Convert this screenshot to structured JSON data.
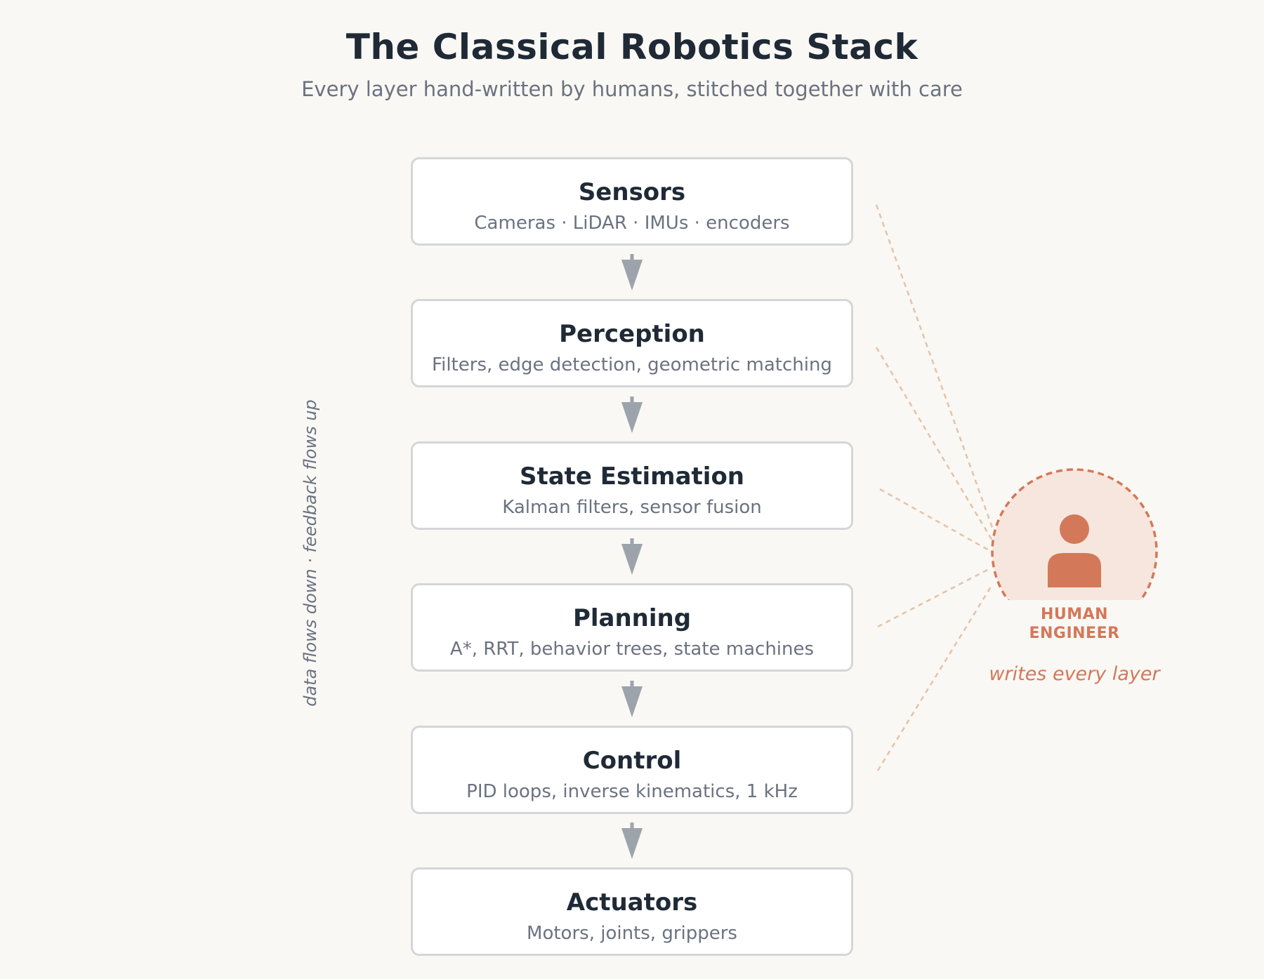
{
  "title": "The Classical Robotics Stack",
  "subtitle": "Every layer hand-written by humans, stitched together with care",
  "layers": [
    {
      "name": "Sensors",
      "desc": "Cameras · LiDAR · IMUs · encoders"
    },
    {
      "name": "Perception",
      "desc": "Filters, edge detection, geometric matching"
    },
    {
      "name": "State Estimation",
      "desc": "Kalman filters, sensor fusion"
    },
    {
      "name": "Planning",
      "desc": "A*, RRT, behavior trees, state machines"
    },
    {
      "name": "Control",
      "desc": "PID loops, inverse kinematics, 1 kHz"
    },
    {
      "name": "Actuators",
      "desc": "Motors, joints, grippers"
    }
  ],
  "side_note": "data flows down · feedback flows up",
  "engineer": {
    "label_line1": "HUMAN",
    "label_line2": "ENGINEER",
    "note": "writes every layer",
    "icon": "person-icon"
  },
  "colors": {
    "background": "#f9f8f4",
    "title": "#1f2a36",
    "muted": "#6b7280",
    "box_border": "#d4d6d9",
    "arrow": "#9ca3ab",
    "accent": "#d4785a",
    "accent_fill": "#f7e6dd",
    "connector": "#e6c2a8"
  }
}
